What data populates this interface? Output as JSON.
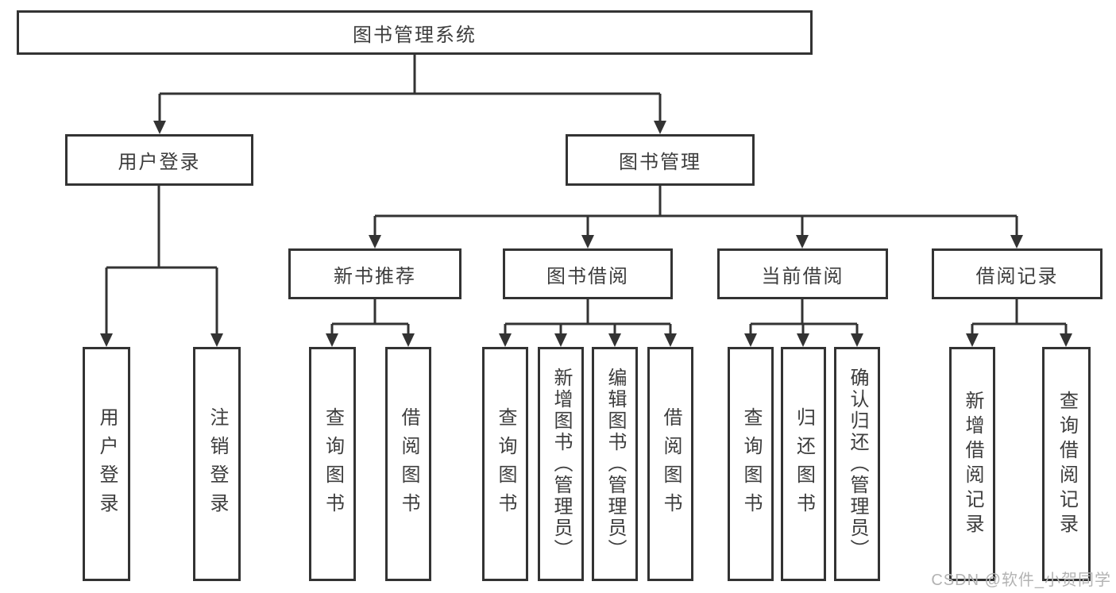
{
  "colors": {
    "line": "#333333",
    "text": "#3d3d3d",
    "box_background": "#ffffff",
    "watermark": "#b3b3b3"
  },
  "watermark": {
    "text": "CSDN @软件_小贺同学"
  },
  "diagram": {
    "type": "hierarchy-tree",
    "root": "图书管理系统",
    "branches": [
      {
        "label": "用户登录",
        "children": [
          "用户登录",
          "注销登录"
        ]
      },
      {
        "label": "图书管理",
        "children": [
          {
            "label": "新书推荐",
            "children": [
              "查询图书",
              "借阅图书"
            ]
          },
          {
            "label": "图书借阅",
            "children": [
              "查询图书",
              "新增图书（管理员）",
              "编辑图书（管理员）",
              "借阅图书"
            ]
          },
          {
            "label": "当前借阅",
            "children": [
              "查询图书",
              "归还图书",
              "确认归还（管理员）"
            ]
          },
          {
            "label": "借阅记录",
            "children": [
              "新增借阅记录",
              "查询借阅记录"
            ]
          }
        ]
      }
    ]
  }
}
